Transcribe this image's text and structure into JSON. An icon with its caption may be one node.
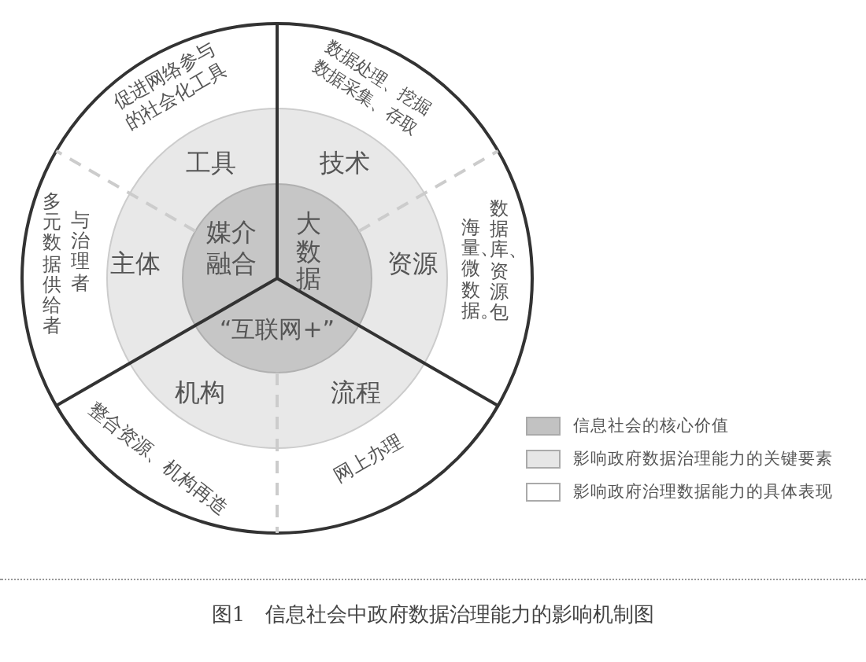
{
  "diagram": {
    "caption": "图1　信息社会中政府数据治理能力的影响机制图",
    "nodes": [
      {
        "text": [
          "促进网络参与的社会化工具"
        ]
      },
      {
        "text": [
          "数据处理、挖掘",
          "数据采集、存取"
        ]
      },
      {
        "text": [
          "工具"
        ]
      },
      {
        "text": [
          "技术"
        ]
      },
      {
        "text": [
          "海量、微数据。",
          "数据库、资源包"
        ]
      },
      {
        "text": [
          "多元数据供给者",
          "与治理者"
        ]
      },
      {
        "text": [
          "主体"
        ]
      },
      {
        "text": [
          "媒介融合"
        ]
      },
      {
        "text": [
          "大数据"
        ]
      },
      {
        "text": [
          "资源"
        ]
      },
      {
        "text": [
          "“互联网+”"
        ]
      },
      {
        "text": [
          "机构"
        ]
      },
      {
        "text": [
          "流程"
        ]
      },
      {
        "text": [
          "整合资源、机构再造"
        ]
      },
      {
        "text": [
          "网上办理"
        ]
      }
    ],
    "legend": [
      {
        "text": "信息社会的核心价值",
        "color": "#c2c2c2"
      },
      {
        "text": "影响政府数据治理能力的关键要素",
        "color": "#e6e6e6"
      },
      {
        "text": "影响政府治理数据能力的具体表现",
        "color": "#ffffff"
      }
    ]
  }
}
